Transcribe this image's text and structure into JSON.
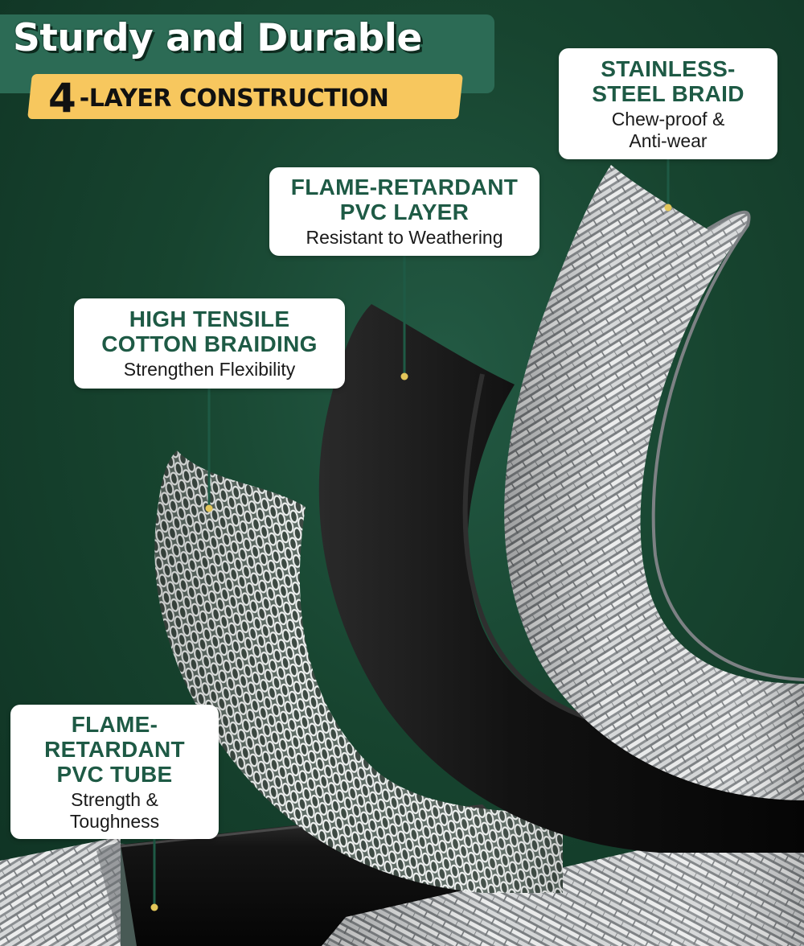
{
  "headline": {
    "title": "Sturdy and Durable",
    "subtitle_number": "4",
    "subtitle_text": "-LAYER CONSTRUCTION"
  },
  "callouts": [
    {
      "title_lines": [
        "STAINLESS-",
        "STEEL BRAID"
      ],
      "desc_lines": [
        "Chew-proof &",
        "Anti-wear"
      ]
    },
    {
      "title_lines": [
        "FLAME-RETARDANT",
        "PVC LAYER"
      ],
      "desc_lines": [
        "Resistant to Weathering"
      ]
    },
    {
      "title_lines": [
        "HIGH TENSILE",
        "COTTON BRAIDING"
      ],
      "desc_lines": [
        "Strengthen Flexibility"
      ]
    },
    {
      "title_lines": [
        "FLAME-",
        "RETARDANT",
        "PVC TUBE"
      ],
      "desc_lines": [
        "Strength &",
        "Toughness"
      ]
    }
  ],
  "colors": {
    "background": "#17442f",
    "headline_band": "#2c6b55",
    "subtitle_badge": "#f7c75e",
    "callout_title": "#1e5a45",
    "leader_dot": "#e3c65a"
  }
}
